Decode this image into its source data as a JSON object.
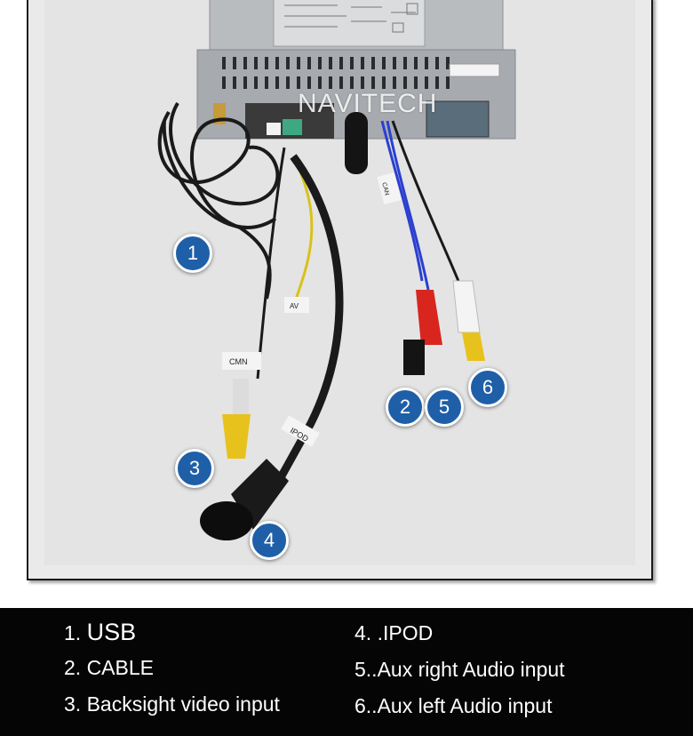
{
  "watermark": "NAVITECH",
  "markers": [
    "1",
    "2",
    "3",
    "4",
    "5",
    "6"
  ],
  "wire_labels": {
    "cmn": "CMN",
    "ipod": "IPOD",
    "aux_left": "AV",
    "canbus": "CAN"
  },
  "legend": {
    "item1_num": "1.",
    "item1_text": "USB",
    "item2": "2. CABLE",
    "item3": "3. Backsight video input",
    "item4": "4. .IPOD",
    "item5": "5..Aux right Audio input",
    "item6": "6..Aux left Audio input"
  },
  "colors": {
    "marker": "#1f5fa8",
    "legend_bg": "#050505",
    "rca_yellow": "#e8c21c",
    "rca_red": "#d8261f",
    "rca_white": "#f4f4f4",
    "wire_blue": "#2a3fd0",
    "cable_black": "#1a1a1a"
  }
}
